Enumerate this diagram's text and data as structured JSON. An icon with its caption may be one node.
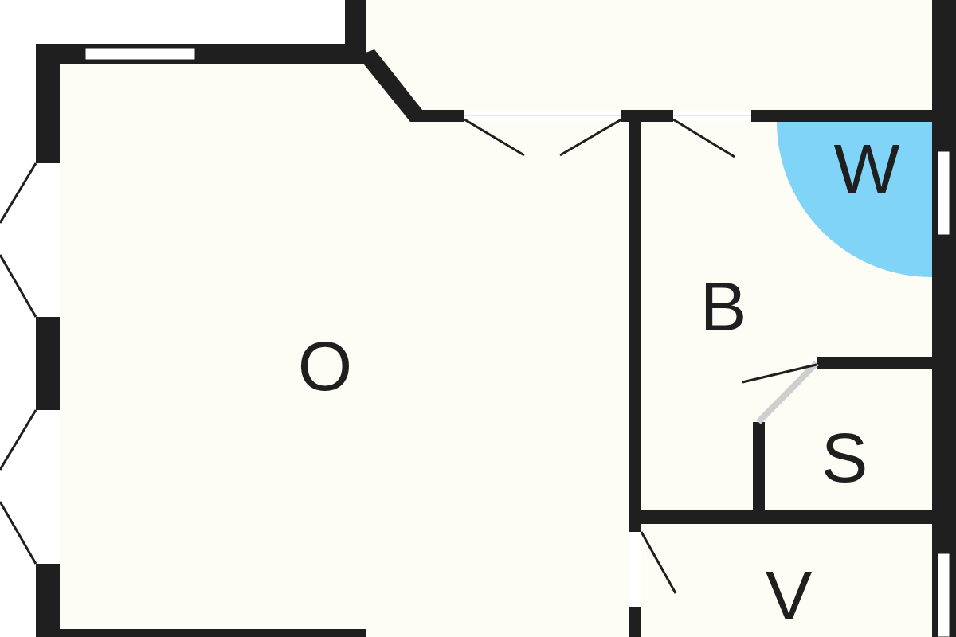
{
  "diagram": {
    "nodes": [
      {
        "text": [
          "O"
        ]
      },
      {
        "text": [
          "B"
        ]
      },
      {
        "text": [
          "W"
        ],
        "in": 1
      },
      {
        "text": [
          "S"
        ]
      },
      {
        "text": [
          "V"
        ]
      }
    ],
    "edges": []
  }
}
